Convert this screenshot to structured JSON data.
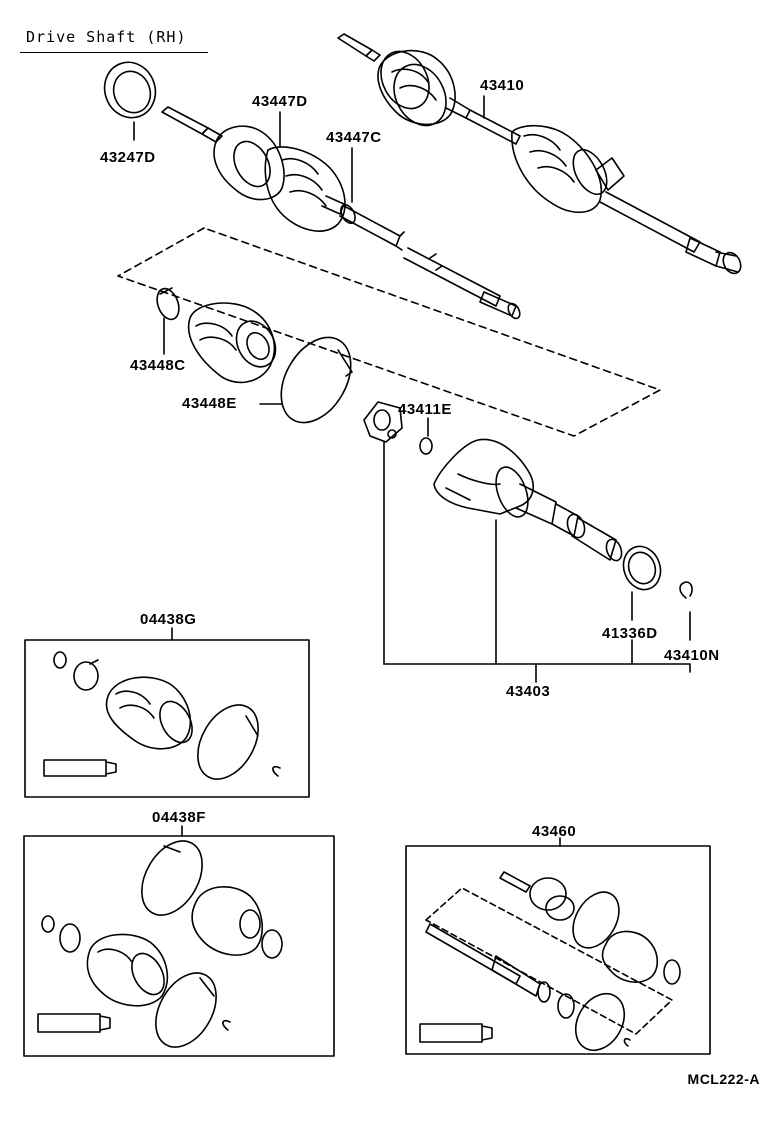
{
  "title": "Drive Shaft (RH)",
  "diagram_code": "MCL222-A",
  "parts": {
    "p43247D": "43247D",
    "p43447D": "43447D",
    "p43447C": "43447C",
    "p43410": "43410",
    "p43448C": "43448C",
    "p43448E": "43448E",
    "p43411E": "43411E",
    "p04438G": "04438G",
    "p41336D": "41336D",
    "p43410N": "43410N",
    "p43403": "43403",
    "p04438F": "04438F",
    "p43460": "43460"
  }
}
